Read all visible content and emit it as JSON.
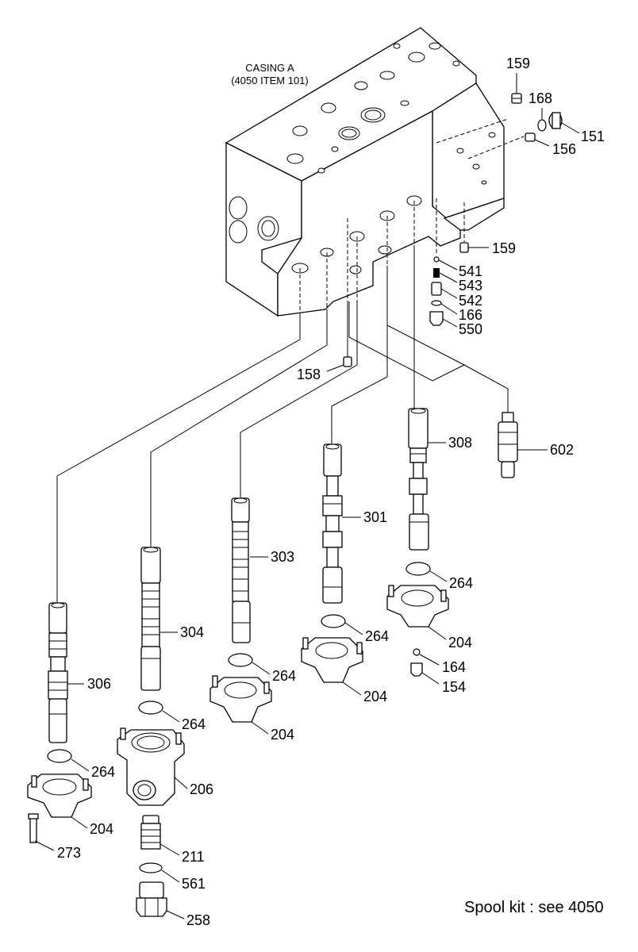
{
  "casing": {
    "title": "CASING A",
    "subtitle": "(4050 ITEM 101)"
  },
  "labels": {
    "p159_top": "159",
    "p168": "168",
    "p151": "151",
    "p156": "156",
    "p159_mid": "159",
    "p541": "541",
    "p543": "543",
    "p542": "542",
    "p166": "166",
    "p550": "550",
    "p158": "158",
    "p602": "602",
    "p308": "308",
    "p301": "301",
    "p303": "303",
    "p304": "304",
    "p306": "306",
    "p264_a": "264",
    "p204_a": "204",
    "p164": "164",
    "p154": "154",
    "p264_b": "264",
    "p204_b": "204",
    "p264_c": "264",
    "p204_c": "204",
    "p264_d": "264",
    "p206": "206",
    "p264_e": "264",
    "p204_e": "204",
    "p273": "273",
    "p211": "211",
    "p561": "561",
    "p258": "258"
  },
  "footnote": "Spool kit : see 4050"
}
